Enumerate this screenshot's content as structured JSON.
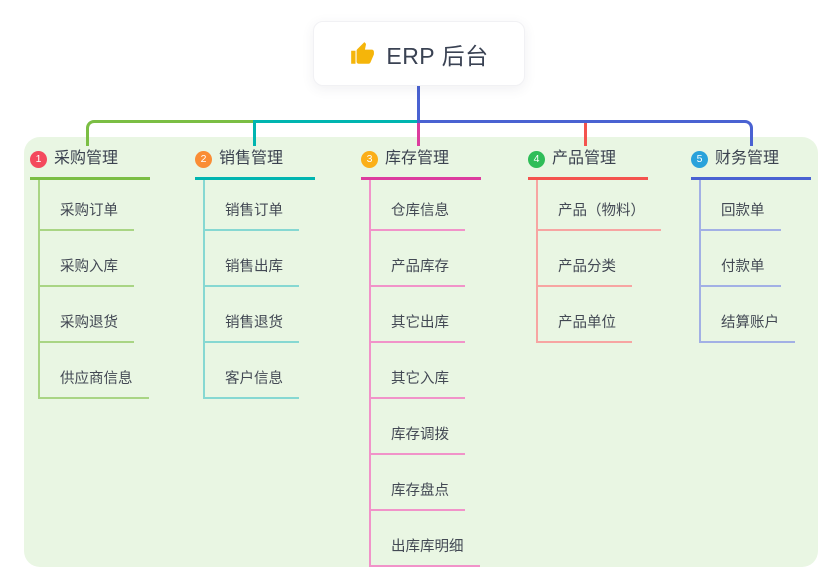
{
  "root": {
    "label": "ERP 后台",
    "icon": "thumbs-up-icon",
    "icon_color": "#f5b50a"
  },
  "branches": [
    {
      "num": "1",
      "label": "采购管理",
      "badge_color": "#f4495d",
      "line_color": "#7bbe44",
      "children": [
        "采购订单",
        "采购入库",
        "采购退货",
        "供应商信息"
      ]
    },
    {
      "num": "2",
      "label": "销售管理",
      "badge_color": "#fa8d35",
      "line_color": "#00b5b0",
      "children": [
        "销售订单",
        "销售出库",
        "销售退货",
        "客户信息"
      ]
    },
    {
      "num": "3",
      "label": "库存管理",
      "badge_color": "#fbaf19",
      "line_color": "#dc3c9e",
      "children": [
        "仓库信息",
        "产品库存",
        "其它出库",
        "其它入库",
        "库存调拨",
        "库存盘点",
        "出库库明细"
      ]
    },
    {
      "num": "4",
      "label": "产品管理",
      "badge_color": "#2fbd58",
      "line_color": "#f4534e",
      "children": [
        "产品（物料）",
        "产品分类",
        "产品单位"
      ]
    },
    {
      "num": "5",
      "label": "财务管理",
      "badge_color": "#2aa2db",
      "line_color": "#4a62d2",
      "children": [
        "回款单",
        "付款单",
        "结算账户"
      ]
    }
  ],
  "colors": {
    "root_connector": "#4a62d2",
    "panel_background": "#e9f6e3",
    "page_background": "#ffffff",
    "text": "#3c4350"
  }
}
